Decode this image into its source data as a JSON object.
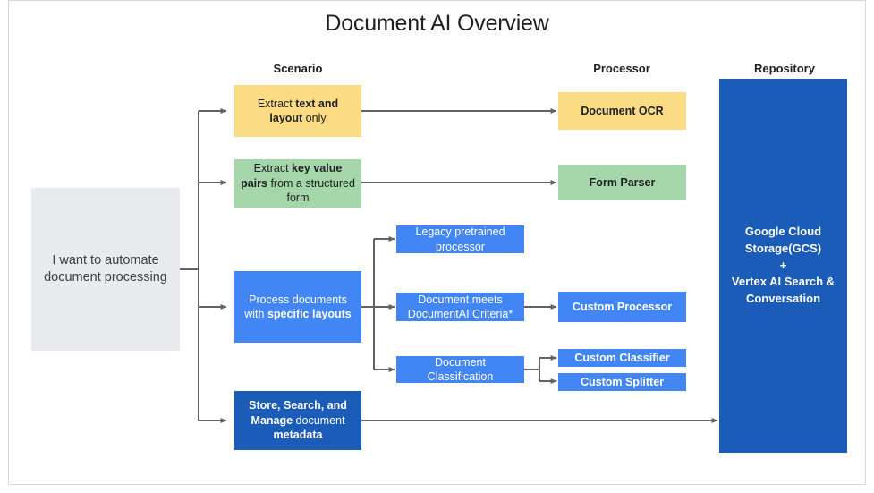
{
  "title": "Document AI Overview",
  "columns": [
    {
      "name": "scenario",
      "label": "Scenario"
    },
    {
      "name": "processor",
      "label": "Processor"
    },
    {
      "name": "repository",
      "label": "Repository"
    }
  ],
  "entry": {
    "label": "I want to automate document processing",
    "color": "#E8EAED"
  },
  "scenarios": [
    {
      "id": "extract-text-layout",
      "color": "#FBDC85",
      "text_parts": [
        {
          "text": "Extract ",
          "bold": false
        },
        {
          "text": "text and layout",
          "bold": true
        },
        {
          "text": " only",
          "bold": false
        }
      ]
    },
    {
      "id": "extract-key-value",
      "color": "#A5D6A9",
      "text_parts": [
        {
          "text": "Extract ",
          "bold": false
        },
        {
          "text": "key value pairs",
          "bold": true
        },
        {
          "text": " from a structured form",
          "bold": false
        }
      ]
    },
    {
      "id": "process-specific-layouts",
      "color": "#4285F4",
      "text_parts": [
        {
          "text": "Process documents with ",
          "bold": false
        },
        {
          "text": "specific layouts",
          "bold": true
        }
      ]
    },
    {
      "id": "store-search-manage",
      "color": "#1B5CB8",
      "text_parts": [
        {
          "text": "Store, Search, and Manage",
          "bold": true
        },
        {
          "text": " document ",
          "bold": false
        },
        {
          "text": "metadata",
          "bold": true
        }
      ]
    }
  ],
  "criteria": [
    {
      "id": "legacy-pretrained",
      "label": "Legacy pretrained processor",
      "color": "#4285F4"
    },
    {
      "id": "documentai-criteria",
      "label": "Document meets DocumentAI Criteria*",
      "color": "#4285F4"
    },
    {
      "id": "document-classification",
      "label": "Document Classification",
      "color": "#4285F4"
    }
  ],
  "processors": [
    {
      "id": "document-ocr",
      "label": "Document OCR",
      "color": "#FBDC85"
    },
    {
      "id": "form-parser",
      "label": "Form Parser",
      "color": "#A5D6A9"
    },
    {
      "id": "custom-processor",
      "label": "Custom Processor",
      "color": "#4285F4"
    },
    {
      "id": "custom-classifier",
      "label": "Custom Classifier",
      "color": "#4285F4"
    },
    {
      "id": "custom-splitter",
      "label": "Custom Splitter",
      "color": "#4285F4"
    }
  ],
  "repository": {
    "id": "gcs-vertex",
    "color": "#1B5CB8",
    "lines": [
      "Google Cloud",
      "Storage(GCS)",
      "+",
      "Vertex AI Search &",
      "Conversation"
    ]
  },
  "colors": {
    "yellow": "#FBDC85",
    "green": "#A5D6A9",
    "blue": "#4285F4",
    "dark_blue": "#1B5CB8",
    "gray": "#E8EAED",
    "connector": "#5F6368",
    "frame_border": "#D8D8D8",
    "text_dark": "#202124"
  }
}
